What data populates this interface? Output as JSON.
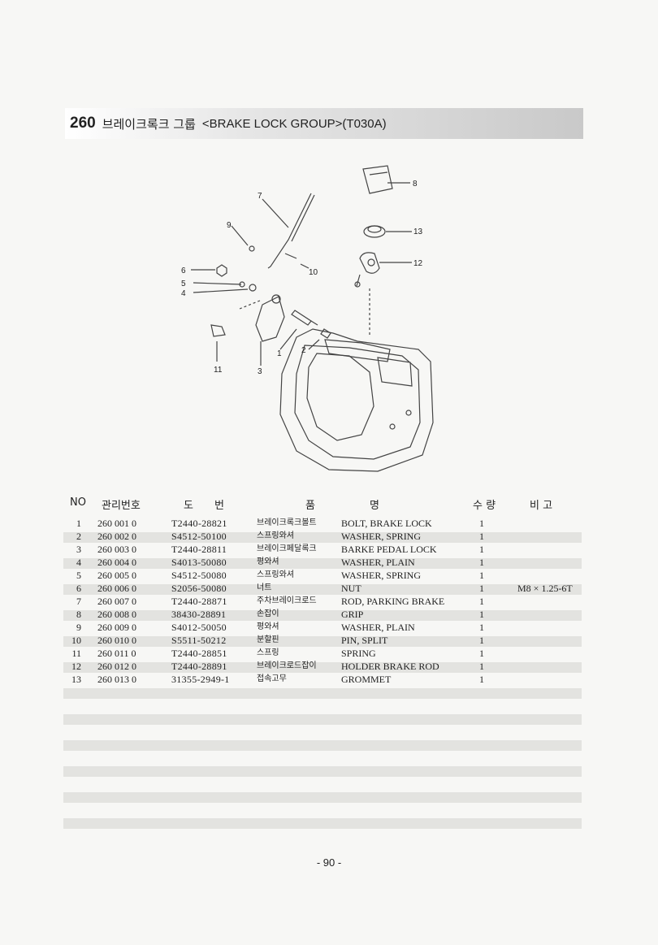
{
  "section": {
    "number": "260",
    "title_ko": "브레이크록크 그룹",
    "title_en": "<BRAKE LOCK GROUP>(T030A)"
  },
  "diagram_callouts": [
    "1",
    "2",
    "3",
    "4",
    "5",
    "6",
    "7",
    "8",
    "9",
    "10",
    "11",
    "12",
    "13"
  ],
  "table": {
    "headers": {
      "no": "NO",
      "mgmt": "관리번호",
      "drawing": "도　　번",
      "name_ko": "품",
      "name_en": "명",
      "qty": "수 량",
      "remark": "비 고"
    },
    "rows": [
      {
        "no": "1",
        "mgmt": "260  001  0",
        "part": "T2440-28821",
        "ko": "브레이크록크볼트",
        "en": "BOLT, BRAKE LOCK",
        "qty": "1",
        "remark": ""
      },
      {
        "no": "2",
        "mgmt": "260  002  0",
        "part": "S4512-50100",
        "ko": "스프링와셔",
        "en": "WASHER, SPRING",
        "qty": "1",
        "remark": ""
      },
      {
        "no": "3",
        "mgmt": "260  003  0",
        "part": "T2440-28811",
        "ko": "브레이크페달록크",
        "en": "BARKE PEDAL LOCK",
        "qty": "1",
        "remark": ""
      },
      {
        "no": "4",
        "mgmt": "260  004  0",
        "part": "S4013-50080",
        "ko": "평와셔",
        "en": "WASHER, PLAIN",
        "qty": "1",
        "remark": ""
      },
      {
        "no": "5",
        "mgmt": "260  005  0",
        "part": "S4512-50080",
        "ko": "스프링와셔",
        "en": "WASHER, SPRING",
        "qty": "1",
        "remark": ""
      },
      {
        "no": "6",
        "mgmt": "260  006  0",
        "part": "S2056-50080",
        "ko": "너트",
        "en": "NUT",
        "qty": "1",
        "remark": "M8 × 1.25-6T"
      },
      {
        "no": "7",
        "mgmt": "260  007  0",
        "part": "T2440-28871",
        "ko": "주차브레이크로드",
        "en": "ROD, PARKING BRAKE",
        "qty": "1",
        "remark": ""
      },
      {
        "no": "8",
        "mgmt": "260  008  0",
        "part": "38430-28891",
        "ko": "손잡이",
        "en": "GRIP",
        "qty": "1",
        "remark": ""
      },
      {
        "no": "9",
        "mgmt": "260  009  0",
        "part": "S4012-50050",
        "ko": "평와셔",
        "en": "WASHER, PLAIN",
        "qty": "1",
        "remark": ""
      },
      {
        "no": "10",
        "mgmt": "260  010  0",
        "part": "S5511-50212",
        "ko": "분할핀",
        "en": "PIN, SPLIT",
        "qty": "1",
        "remark": ""
      },
      {
        "no": "11",
        "mgmt": "260  011  0",
        "part": "T2440-28851",
        "ko": "스프링",
        "en": "SPRING",
        "qty": "1",
        "remark": ""
      },
      {
        "no": "12",
        "mgmt": "260  012  0",
        "part": "T2440-28891",
        "ko": "브레이크로드잡이",
        "en": "HOLDER BRAKE ROD",
        "qty": "1",
        "remark": ""
      },
      {
        "no": "13",
        "mgmt": "260  013  0",
        "part": "31355-2949-1",
        "ko": "접속고무",
        "en": "GROMMET",
        "qty": "1",
        "remark": ""
      }
    ]
  },
  "page_number": "- 90 -"
}
